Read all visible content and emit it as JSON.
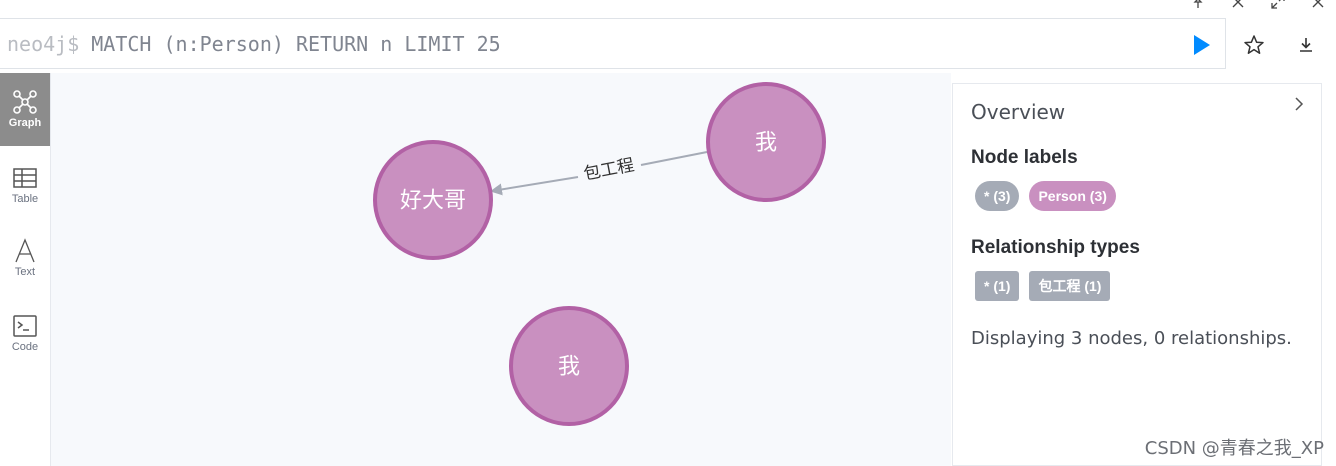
{
  "editor": {
    "prompt": "neo4j$",
    "query": "MATCH (n:Person) RETURN n LIMIT 25"
  },
  "icons": {
    "run": "play-icon",
    "favorite": "star-icon",
    "download": "download-icon",
    "pin": "pin-icon",
    "close": "close-icon",
    "expand": "expand-icon"
  },
  "sidebar": {
    "items": [
      {
        "label": "Graph",
        "icon": "graph-icon",
        "active": true
      },
      {
        "label": "Table",
        "icon": "table-icon",
        "active": false
      },
      {
        "label": "Text",
        "icon": "text-icon",
        "active": false
      },
      {
        "label": "Code",
        "icon": "code-icon",
        "active": false
      }
    ]
  },
  "graph": {
    "nodes": [
      {
        "label": "好大哥"
      },
      {
        "label": "我"
      },
      {
        "label": "我"
      }
    ],
    "relationship": {
      "label": "包工程"
    },
    "colors": {
      "node_fill": "#c990c0",
      "node_stroke": "#b261a5",
      "edge": "#a5abb6"
    }
  },
  "overview": {
    "title": "Overview",
    "node_labels_heading": "Node labels",
    "node_labels": [
      {
        "text": "* (3)",
        "color": "#a5abb6"
      },
      {
        "text": "Person (3)",
        "color": "#c990c0"
      }
    ],
    "relationship_types_heading": "Relationship types",
    "relationship_types": [
      {
        "text": "* (1)",
        "color": "#a5abb6"
      },
      {
        "text": "包工程 (1)",
        "color": "#a5abb6"
      }
    ],
    "status": "Displaying 3 nodes, 0 relationships."
  },
  "watermark": "CSDN @青春之我_XP",
  "accent": "#018bff"
}
